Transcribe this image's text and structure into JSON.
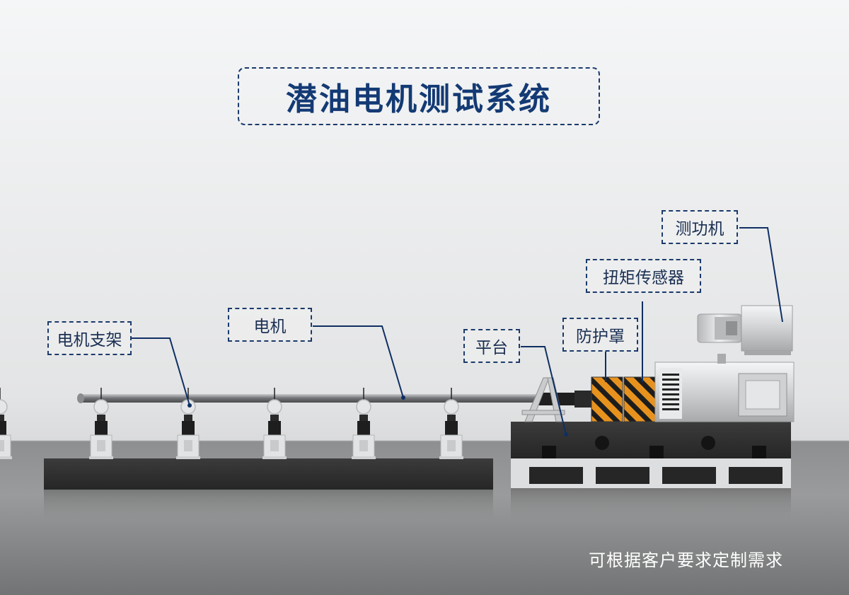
{
  "title": "潜油电机测试系统",
  "labels": {
    "motor_bracket": "电机支架",
    "motor": "电机",
    "platform": "平台",
    "protective_cover": "防护罩",
    "torque_sensor": "扭矩传感器",
    "dynamometer": "测功机"
  },
  "footer_note": "可根据客户要求定制需求",
  "colors": {
    "title_text": "#133a74",
    "label_border": "#1b3a6b",
    "leader_line": "#0f2f63",
    "hazard_orange": "#e8921e",
    "platform_dark": "#2e2e2e"
  }
}
